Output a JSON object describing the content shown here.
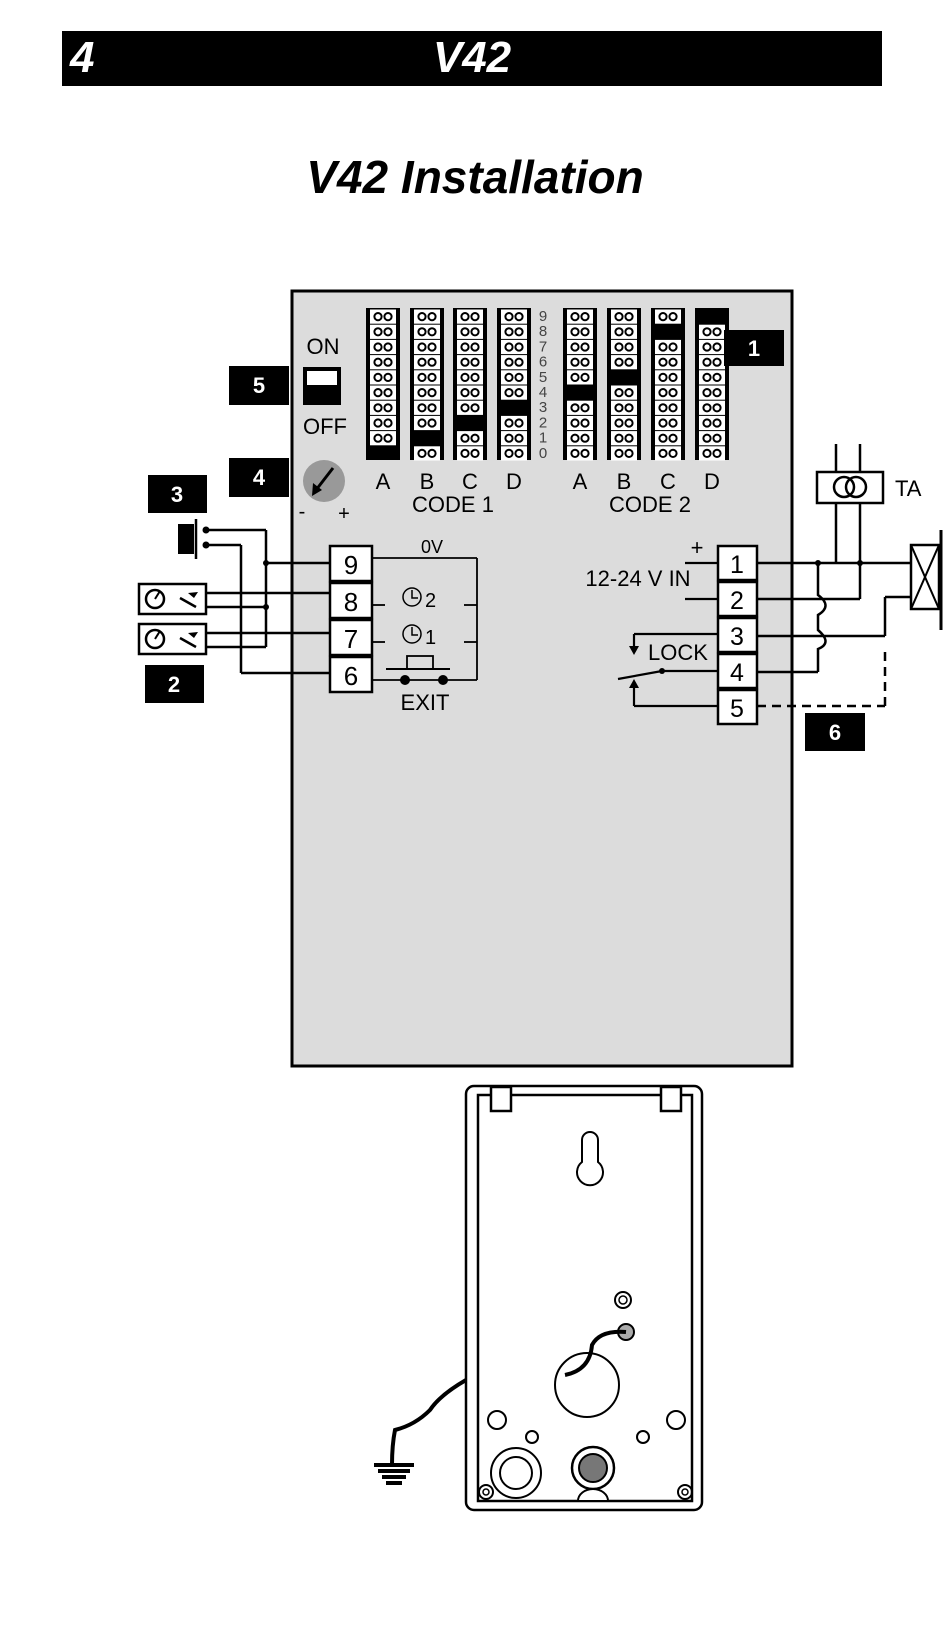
{
  "header": {
    "page_number": "4",
    "title": "V42"
  },
  "page_title": "V42 Installation",
  "panel": {
    "switch": {
      "on_label": "ON",
      "off_label": "OFF",
      "state": "ON"
    },
    "potentiometer": {
      "minus_label": "-",
      "plus_label": "+"
    },
    "digit_scale": [
      "9",
      "8",
      "7",
      "6",
      "5",
      "4",
      "3",
      "2",
      "1",
      "0"
    ],
    "code1": {
      "label": "CODE 1",
      "columns": [
        {
          "letter": "A",
          "digit": 0
        },
        {
          "letter": "B",
          "digit": 1
        },
        {
          "letter": "C",
          "digit": 2
        },
        {
          "letter": "D",
          "digit": 3
        }
      ]
    },
    "code2": {
      "label": "CODE 2",
      "columns": [
        {
          "letter": "A",
          "digit": 4
        },
        {
          "letter": "B",
          "digit": 5
        },
        {
          "letter": "C",
          "digit": 8
        },
        {
          "letter": "D",
          "digit": 9
        }
      ]
    },
    "left_terminals": [
      "9",
      "8",
      "7",
      "6"
    ],
    "right_terminals": [
      "1",
      "2",
      "3",
      "4",
      "5"
    ],
    "zero_v_label": "0V",
    "timer2_label": "2",
    "timer1_label": "1",
    "exit_label": "EXIT",
    "plus_label": "+",
    "power_label": "12-24 V IN",
    "lock_label": "LOCK",
    "transformer_label": "TA"
  },
  "callouts": [
    "1",
    "2",
    "3",
    "4",
    "5",
    "6"
  ]
}
